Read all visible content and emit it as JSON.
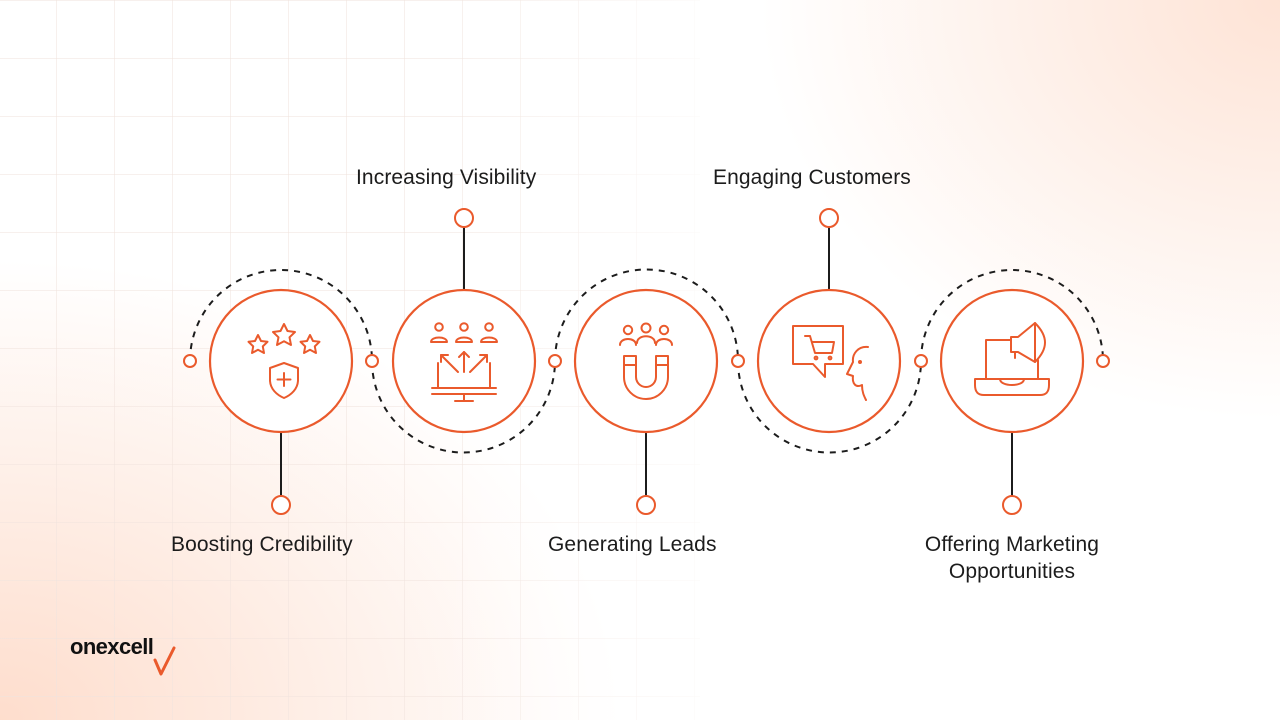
{
  "steps": [
    {
      "label": "Boosting Credibility",
      "icon": "stars-shield-icon"
    },
    {
      "label": "Increasing Visibility",
      "icon": "monitor-audience-icon"
    },
    {
      "label": "Generating Leads",
      "icon": "magnet-people-icon"
    },
    {
      "label": "Engaging Customers",
      "icon": "chat-cart-face-icon"
    },
    {
      "label": "Offering Marketing Opportunities",
      "icon": "laptop-megaphone-icon"
    }
  ],
  "brand": {
    "name": "onexcell",
    "accent": "#ea5a2c"
  },
  "colors": {
    "accent": "#ea5a2c",
    "text": "#1c1c1c",
    "dashed": "#1c1c1c"
  }
}
